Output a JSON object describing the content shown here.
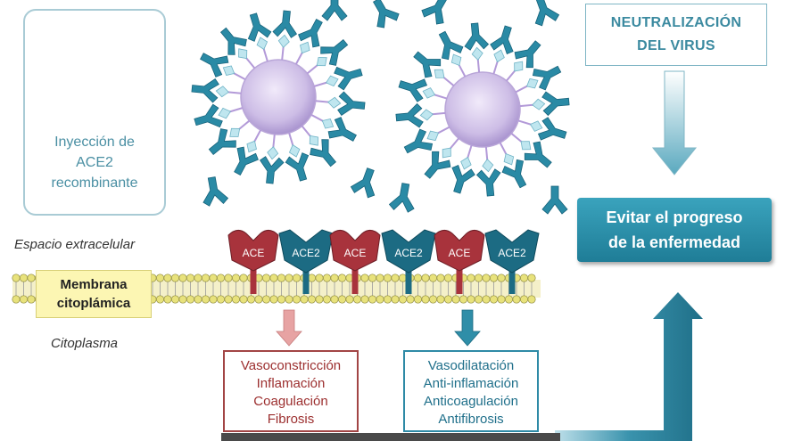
{
  "injection": {
    "line1": "Inyección de",
    "line2": "ACE2",
    "line3": "recombinante"
  },
  "neutralization": {
    "line1": "NEUTRALIZACIÓN",
    "line2": "DEL VIRUS"
  },
  "outcome": {
    "line1": "Evitar el progreso",
    "line2": "de la enfermedad"
  },
  "labels": {
    "extracellular": "Espacio extracelular",
    "cytoplasm": "Citoplasma"
  },
  "membrane": {
    "line1": "Membrana",
    "line2": "citoplámica"
  },
  "receptors": [
    "ACE",
    "ACE2",
    "ACE",
    "ACE2",
    "ACE",
    "ACE2"
  ],
  "effects_ace": [
    "Vasoconstricción",
    "Inflamación",
    "Coagulación",
    "Fibrosis"
  ],
  "effects_ace2": [
    "Vasodilatación",
    "Anti-inflamación",
    "Anticoagulación",
    "Antifibrosis"
  ],
  "colors": {
    "ace": "#a8333c",
    "ace2": "#1c6b83",
    "virus": "#c9b7e3",
    "membrane_head": "#e8e27c",
    "teal": "#2f8ea8",
    "arrow_red": "#e39a9a"
  }
}
